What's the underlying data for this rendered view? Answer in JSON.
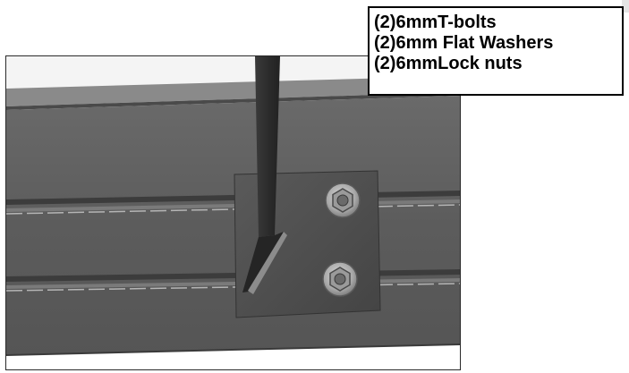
{
  "parts_list": {
    "items": [
      "(2)6mmT-bolts",
      "(2)6mm Flat Washers",
      "(2)6mmLock nuts"
    ]
  }
}
